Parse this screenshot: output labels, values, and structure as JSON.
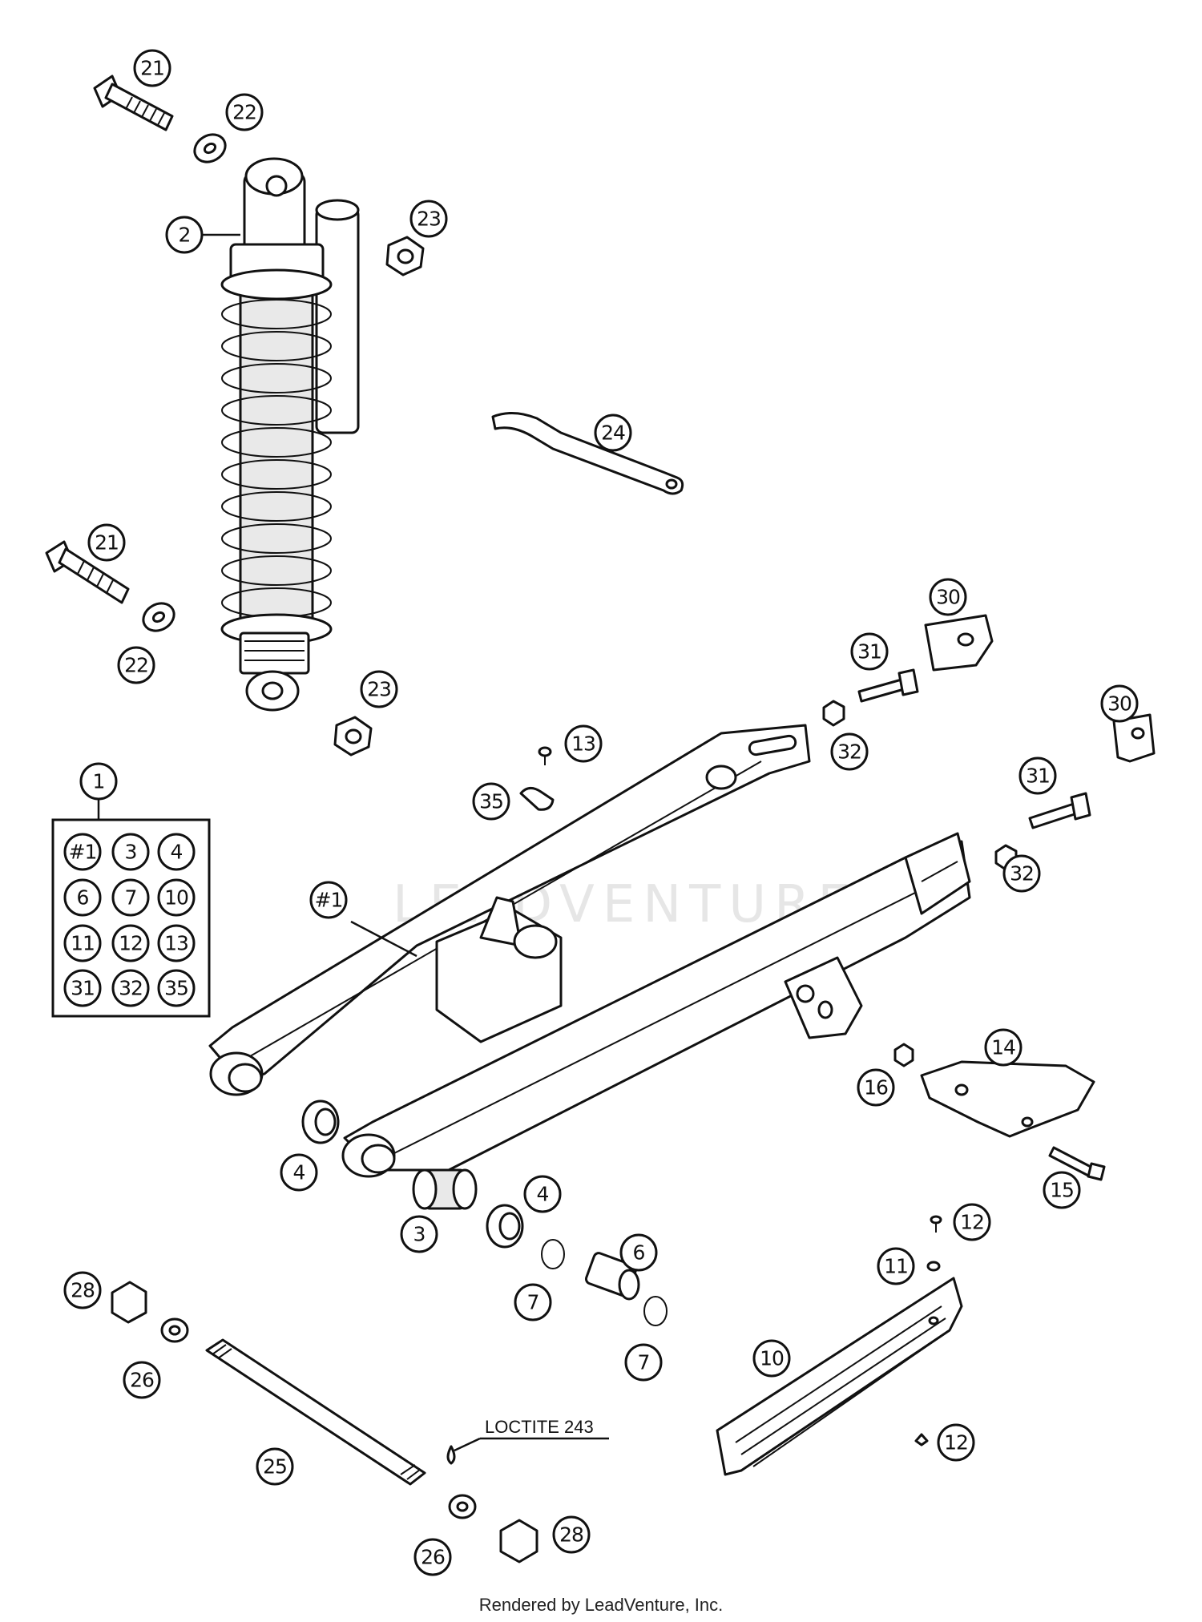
{
  "diagram": {
    "callouts": [
      "1",
      "2",
      "3",
      "4",
      "6",
      "7",
      "10",
      "11",
      "12",
      "13",
      "14",
      "15",
      "16",
      "21",
      "22",
      "23",
      "24",
      "25",
      "26",
      "28",
      "30",
      "31",
      "32",
      "35",
      "#1"
    ],
    "kit_contents": [
      "#1",
      "3",
      "4",
      "6",
      "7",
      "10",
      "11",
      "12",
      "13",
      "31",
      "32",
      "35"
    ],
    "note": "LOCTITE 243",
    "watermark": "LEADVENTURE"
  },
  "footer": {
    "text": "Rendered by LeadVenture, Inc."
  }
}
